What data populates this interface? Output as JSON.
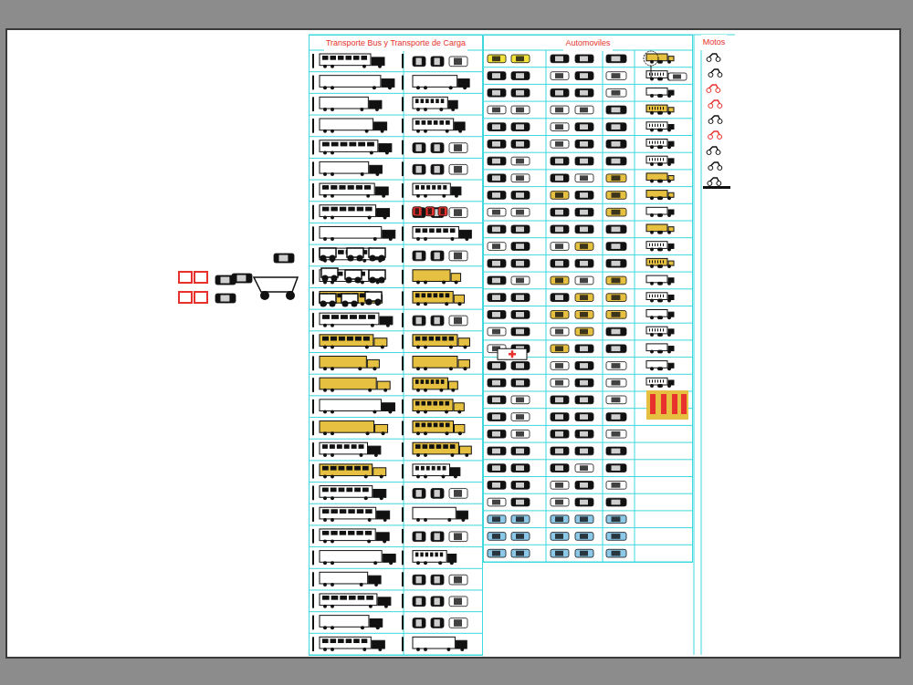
{
  "diagram": {
    "nodes": [
      {
        "text": [
          "Transporte Bus y Transporte de Carga"
        ]
      },
      {
        "text": [
          "Automoviles"
        ]
      },
      {
        "text": [
          "Motos"
        ]
      }
    ]
  }
}
